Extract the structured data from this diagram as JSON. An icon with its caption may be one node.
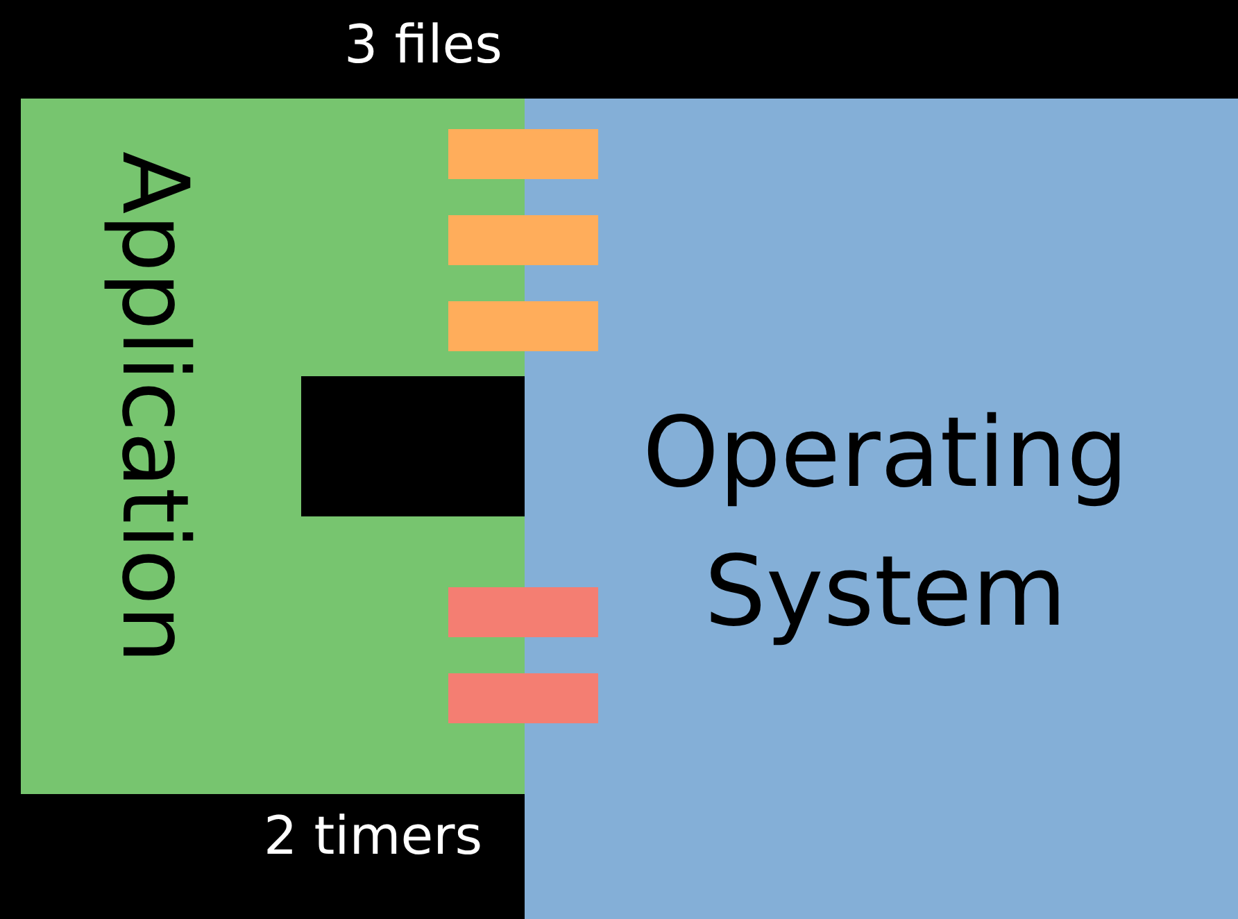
{
  "diagram": {
    "nodes": [
      {
        "text": [
          "Application"
        ]
      },
      {
        "text": [
          "Operating System"
        ]
      },
      {
        "text": [],
        "shape": "bar"
      },
      {
        "text": [],
        "shape": "bar"
      },
      {
        "text": [],
        "shape": "bar"
      },
      {
        "text": [],
        "shape": "box",
        "in": 0
      },
      {
        "text": [],
        "shape": "bar"
      },
      {
        "text": [],
        "shape": "bar"
      }
    ],
    "labels": [
      "3 files",
      "2 timers"
    ]
  }
}
